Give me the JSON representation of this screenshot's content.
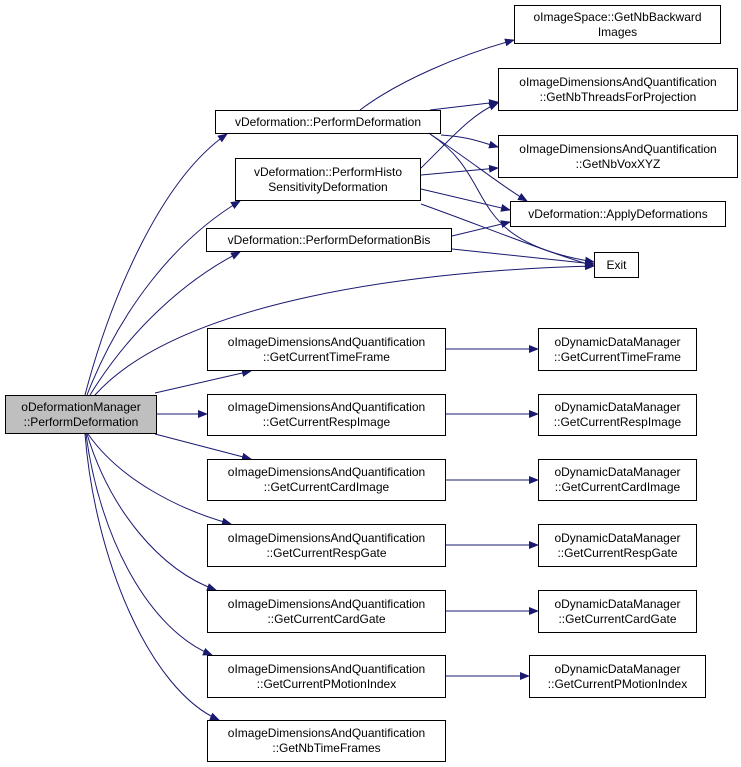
{
  "colors": {
    "edge": "#191970",
    "node_border": "#000000",
    "node_fill": "#ffffff",
    "root_fill": "#bfbfbf"
  },
  "nodes": {
    "root": {
      "lines": [
        "oDeformationManager",
        "::PerformDeformation"
      ]
    },
    "vdef_perform": {
      "lines": [
        "vDeformation::PerformDeformation"
      ]
    },
    "vdef_histo": {
      "lines": [
        "vDeformation::PerformHisto",
        "SensitivityDeformation"
      ]
    },
    "vdef_bis": {
      "lines": [
        "vDeformation::PerformDeformationBis"
      ]
    },
    "imgspace_backward": {
      "lines": [
        "oImageSpace::GetNbBackward",
        "Images"
      ]
    },
    "oidq_threads": {
      "lines": [
        "oImageDimensionsAndQuantification",
        "::GetNbThreadsForProjection"
      ]
    },
    "oidq_voxxyz": {
      "lines": [
        "oImageDimensionsAndQuantification",
        "::GetNbVoxXYZ"
      ]
    },
    "vdef_apply": {
      "lines": [
        "vDeformation::ApplyDeformations"
      ]
    },
    "exit": {
      "lines": [
        "Exit"
      ]
    },
    "oidq_timeframe": {
      "lines": [
        "oImageDimensionsAndQuantification",
        "::GetCurrentTimeFrame"
      ]
    },
    "oidq_respimage": {
      "lines": [
        "oImageDimensionsAndQuantification",
        "::GetCurrentRespImage"
      ]
    },
    "oidq_cardimage": {
      "lines": [
        "oImageDimensionsAndQuantification",
        "::GetCurrentCardImage"
      ]
    },
    "oidq_respgate": {
      "lines": [
        "oImageDimensionsAndQuantification",
        "::GetCurrentRespGate"
      ]
    },
    "oidq_cardgate": {
      "lines": [
        "oImageDimensionsAndQuantification",
        "::GetCurrentCardGate"
      ]
    },
    "oidq_pmotion": {
      "lines": [
        "oImageDimensionsAndQuantification",
        "::GetCurrentPMotionIndex"
      ]
    },
    "oidq_nbtimeframes": {
      "lines": [
        "oImageDimensionsAndQuantification",
        "::GetNbTimeFrames"
      ]
    },
    "oddm_timeframe": {
      "lines": [
        "oDynamicDataManager",
        "::GetCurrentTimeFrame"
      ]
    },
    "oddm_respimage": {
      "lines": [
        "oDynamicDataManager",
        "::GetCurrentRespImage"
      ]
    },
    "oddm_cardimage": {
      "lines": [
        "oDynamicDataManager",
        "::GetCurrentCardImage"
      ]
    },
    "oddm_respgate": {
      "lines": [
        "oDynamicDataManager",
        "::GetCurrentRespGate"
      ]
    },
    "oddm_cardgate": {
      "lines": [
        "oDynamicDataManager",
        "::GetCurrentCardGate"
      ]
    },
    "oddm_pmotion": {
      "lines": [
        "oDynamicDataManager",
        "::GetCurrentPMotionIndex"
      ]
    }
  }
}
